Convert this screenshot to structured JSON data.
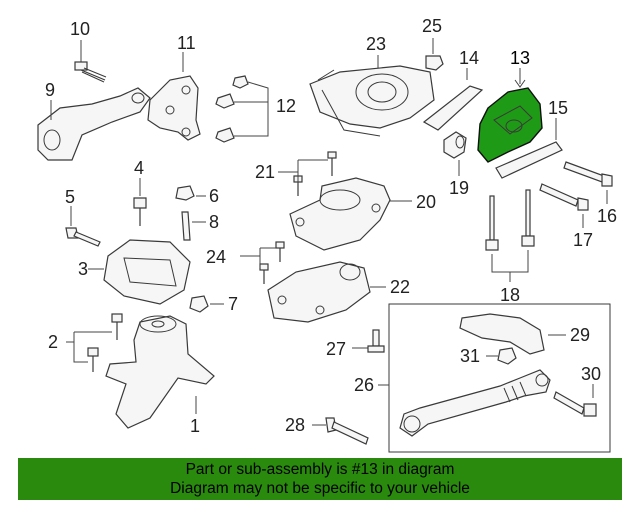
{
  "diagram": {
    "highlight_color": "#1f9a16",
    "callouts": {
      "c1": "1",
      "c2": "2",
      "c3": "3",
      "c4": "4",
      "c5": "5",
      "c6": "6",
      "c7": "7",
      "c8": "8",
      "c9": "9",
      "c10": "10",
      "c11": "11",
      "c12": "12",
      "c13": "13",
      "c14": "14",
      "c15": "15",
      "c16": "16",
      "c17": "17",
      "c18": "18",
      "c19": "19",
      "c20": "20",
      "c21": "21",
      "c22": "22",
      "c23": "23",
      "c24": "24",
      "c25": "25",
      "c26": "26",
      "c27": "27",
      "c28": "28",
      "c29": "29",
      "c30": "30",
      "c31": "31"
    }
  },
  "banner": {
    "line1": "Part or sub-assembly is #13 in diagram",
    "line2": "Diagram may not be specific to your vehicle",
    "background": "#2a8a0e"
  }
}
